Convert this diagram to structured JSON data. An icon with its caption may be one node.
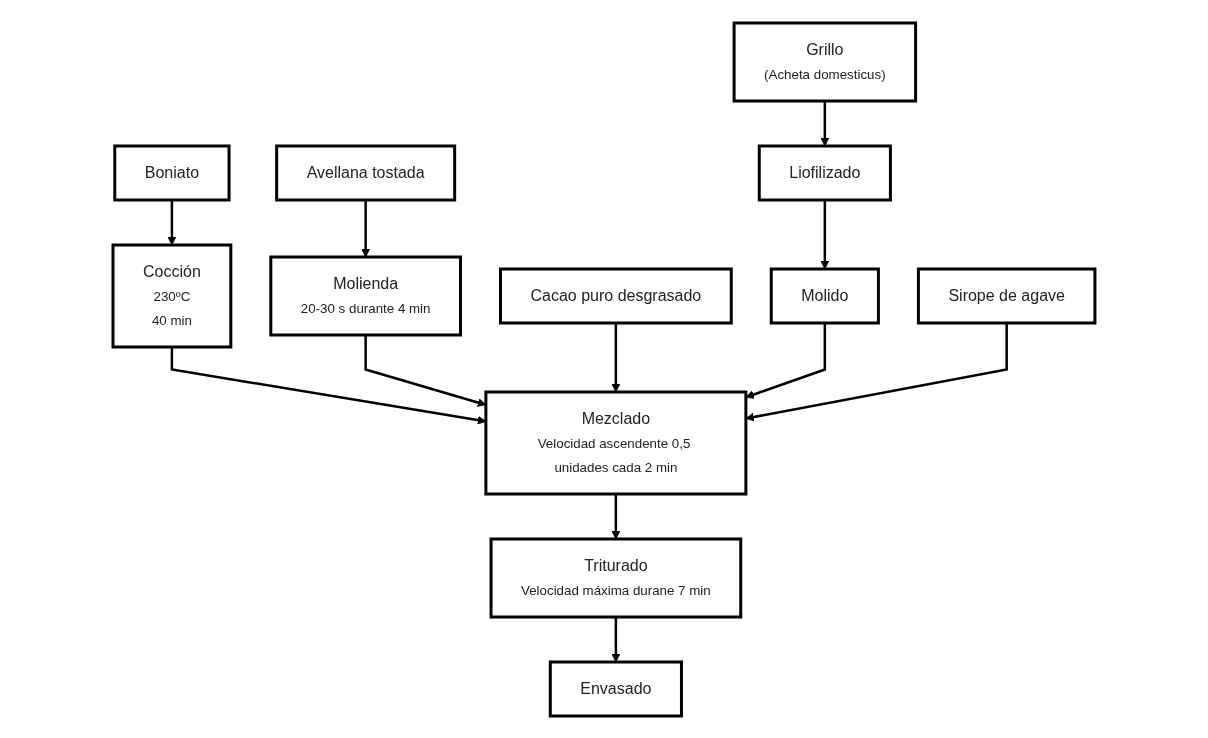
{
  "diagram": {
    "nodes": [
      {
        "text": [
          "Grillo",
          "(Acheta domesticus)"
        ]
      },
      {
        "text": [
          "Boniato"
        ]
      },
      {
        "text": [
          "Avellana tostada"
        ]
      },
      {
        "text": [
          "Cacao puro desgrasado"
        ]
      },
      {
        "text": [
          "Sirope de agave"
        ]
      },
      {
        "text": [
          "Liofilizado"
        ]
      },
      {
        "text": [
          "Cocción",
          "230ºC",
          "40 min"
        ]
      },
      {
        "text": [
          "Molienda",
          "20-30 s durante 4 min"
        ]
      },
      {
        "text": [
          "Molido"
        ]
      },
      {
        "text": [
          "Mezclado",
          "Velocidad ascendente 0,5 unidades cada 2 min"
        ]
      },
      {
        "text": [
          "Triturado",
          "Velocidad máxima durane 7 min"
        ]
      },
      {
        "text": [
          "Envasado"
        ]
      }
    ],
    "edges": [
      {
        "from": 0,
        "to": 5,
        "arrow": "to"
      },
      {
        "from": 5,
        "to": 8,
        "arrow": "to"
      },
      {
        "from": 1,
        "to": 6,
        "arrow": "to"
      },
      {
        "from": 2,
        "to": 7,
        "arrow": "to"
      },
      {
        "from": 6,
        "to": 9,
        "arrow": "to"
      },
      {
        "from": 7,
        "to": 9,
        "arrow": "to"
      },
      {
        "from": 3,
        "to": 9,
        "arrow": "to"
      },
      {
        "from": 8,
        "to": 9,
        "arrow": "to"
      },
      {
        "from": 4,
        "to": 9,
        "arrow": "to"
      },
      {
        "from": 9,
        "to": 10,
        "arrow": "to"
      },
      {
        "from": 10,
        "to": 11,
        "arrow": "to"
      }
    ]
  }
}
